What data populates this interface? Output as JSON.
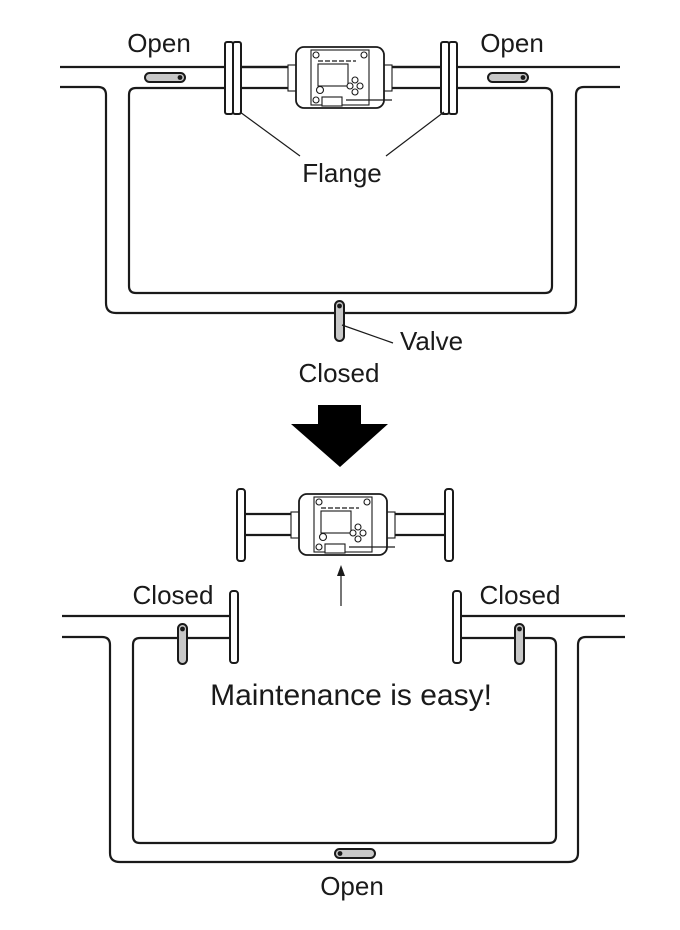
{
  "colors": {
    "line": "#1a1a1a",
    "valve_fill": "#c8c8c8",
    "background": "#ffffff",
    "arrow": "#000000"
  },
  "top_panel": {
    "state": "before",
    "label_left_valve": "Open",
    "label_right_valve": "Open",
    "label_bypass_valve": "Closed",
    "callout_flange": "Flange",
    "callout_valve": "Valve"
  },
  "transition_arrow": {
    "icon": "down-arrow-icon"
  },
  "bottom_panel": {
    "state": "after",
    "label_left_valve": "Closed",
    "label_right_valve": "Closed",
    "label_bypass_valve": "Open",
    "caption": "Maintenance is easy!"
  }
}
